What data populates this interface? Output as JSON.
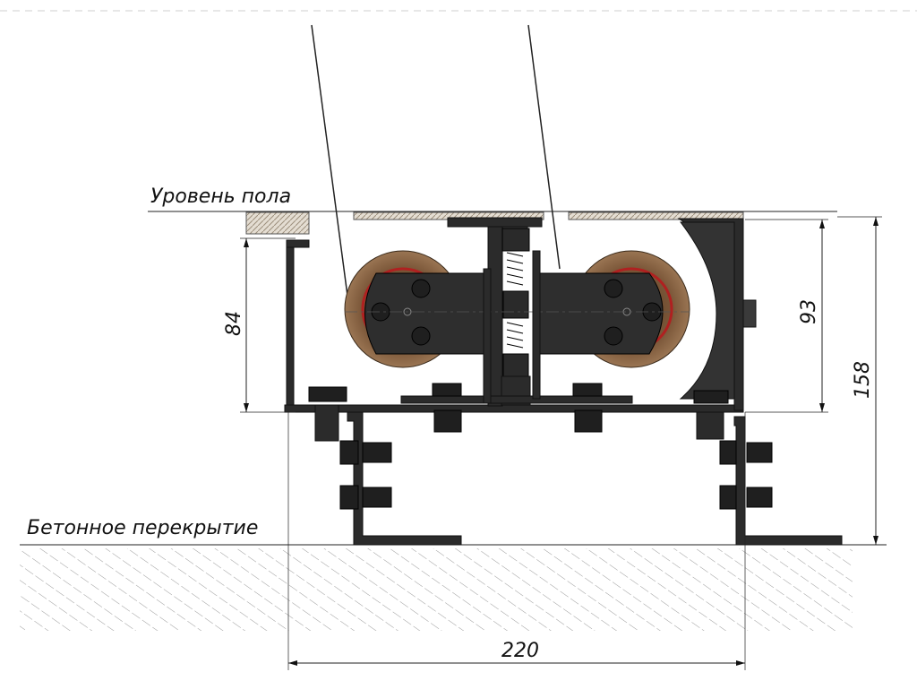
{
  "labels": {
    "floor_level": "Уровень пола",
    "concrete_slab": "Бетонное перекрытие"
  },
  "dimensions": {
    "depth_inner": "84",
    "height_channel": "93",
    "height_total": "158",
    "width_total": "220"
  },
  "colors": {
    "metal": "#2b2b2b",
    "wheel": "#7a5a3a",
    "wheel_accent": "#b02020",
    "hatch": "#9a9a9a"
  }
}
